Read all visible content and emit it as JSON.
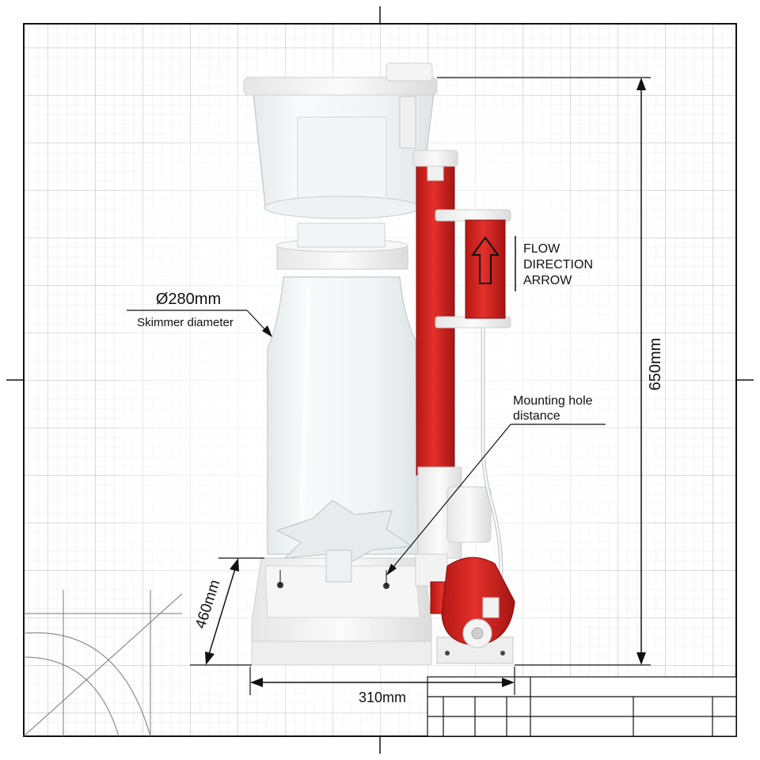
{
  "labels": {
    "diameter_value": "Ø280mm",
    "diameter_caption": "Skimmer diameter",
    "flow_line1": "FLOW",
    "flow_line2": "DIRECTION",
    "flow_line3": "ARROW",
    "mount_line1": "Mounting hole",
    "mount_line2": "distance",
    "height_dim": "650mm",
    "depth_dim": "460mm",
    "width_dim": "310mm"
  },
  "colors": {
    "grid_minor": "#d9d9d9",
    "grid_major": "#b3b3b3",
    "frame": "#111111",
    "pump_red": "#d9231f",
    "pump_red_dark": "#a51412",
    "acrylic": "#eef1f3",
    "white_part": "#f4f4f4"
  }
}
